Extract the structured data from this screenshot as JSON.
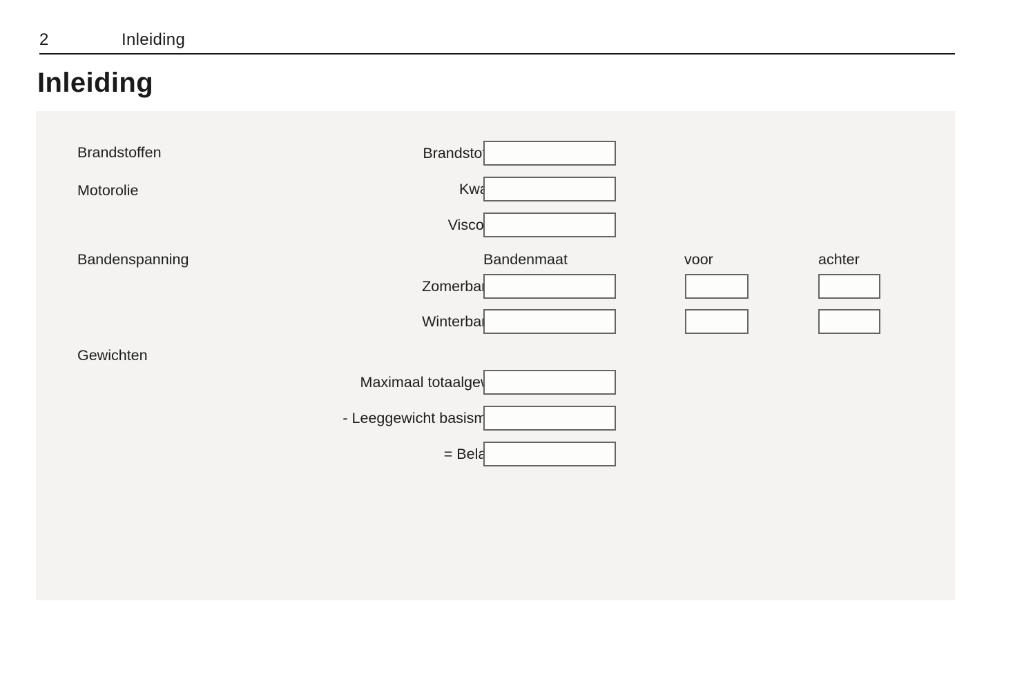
{
  "header": {
    "page_number": "2",
    "chapter": "Inleiding"
  },
  "title": "Inleiding",
  "form": {
    "section_labels": [
      {
        "label": "Brandstoffen"
      },
      {
        "label": "Motorolie"
      },
      {
        "label": "Bandenspanning"
      },
      {
        "label": "Gewichten"
      }
    ],
    "fuel_oil_rows": [
      {
        "label": "Brandstoftype",
        "value": ""
      },
      {
        "label": "Kwaliteit",
        "value": ""
      },
      {
        "label": "Viscositeit",
        "value": ""
      }
    ],
    "tyre_table": {
      "columns": [
        {
          "label": "Bandenmaat"
        },
        {
          "label": "voor"
        },
        {
          "label": "achter"
        }
      ],
      "rows": [
        {
          "label": "Zomerbanden",
          "bandenmaat": "",
          "voor": "",
          "achter": ""
        },
        {
          "label": "Winterbanden",
          "bandenmaat": "",
          "voor": "",
          "achter": ""
        }
      ]
    },
    "weight_rows": [
      {
        "label": "Maximaal totaalgewicht",
        "value": ""
      },
      {
        "label": "- Leeggewicht basismodel",
        "value": ""
      },
      {
        "label": "= Belading",
        "value": ""
      }
    ]
  },
  "colors": {
    "panel_bg": "#f4f3f1",
    "box_border": "#666463",
    "text": "#1a1a1a",
    "rule": "#151515"
  }
}
